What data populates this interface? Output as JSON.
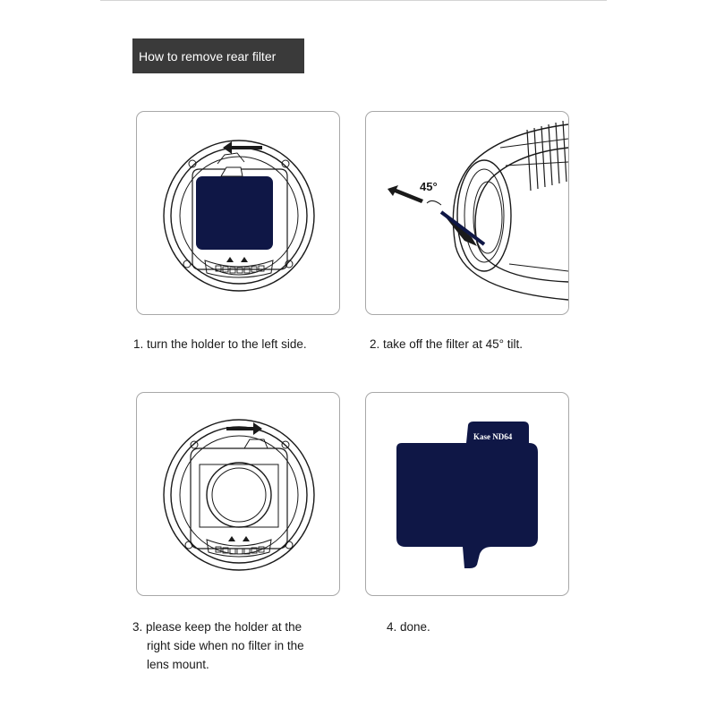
{
  "title": "How to remove rear filter",
  "steps": [
    {
      "caption": "1. turn the holder to the left side."
    },
    {
      "caption": "2. take off the filter at 45° tilt.",
      "angle_label": "45°"
    },
    {
      "caption_lines": [
        "3. please keep the holder at the",
        "right side when no filter in the",
        "lens mount."
      ]
    },
    {
      "caption": "4. done.",
      "filter_label": "Kase ND64"
    }
  ],
  "colors": {
    "title_bg": "#3a3a3a",
    "filter": "#0f1746",
    "line": "#1a1a1a"
  }
}
